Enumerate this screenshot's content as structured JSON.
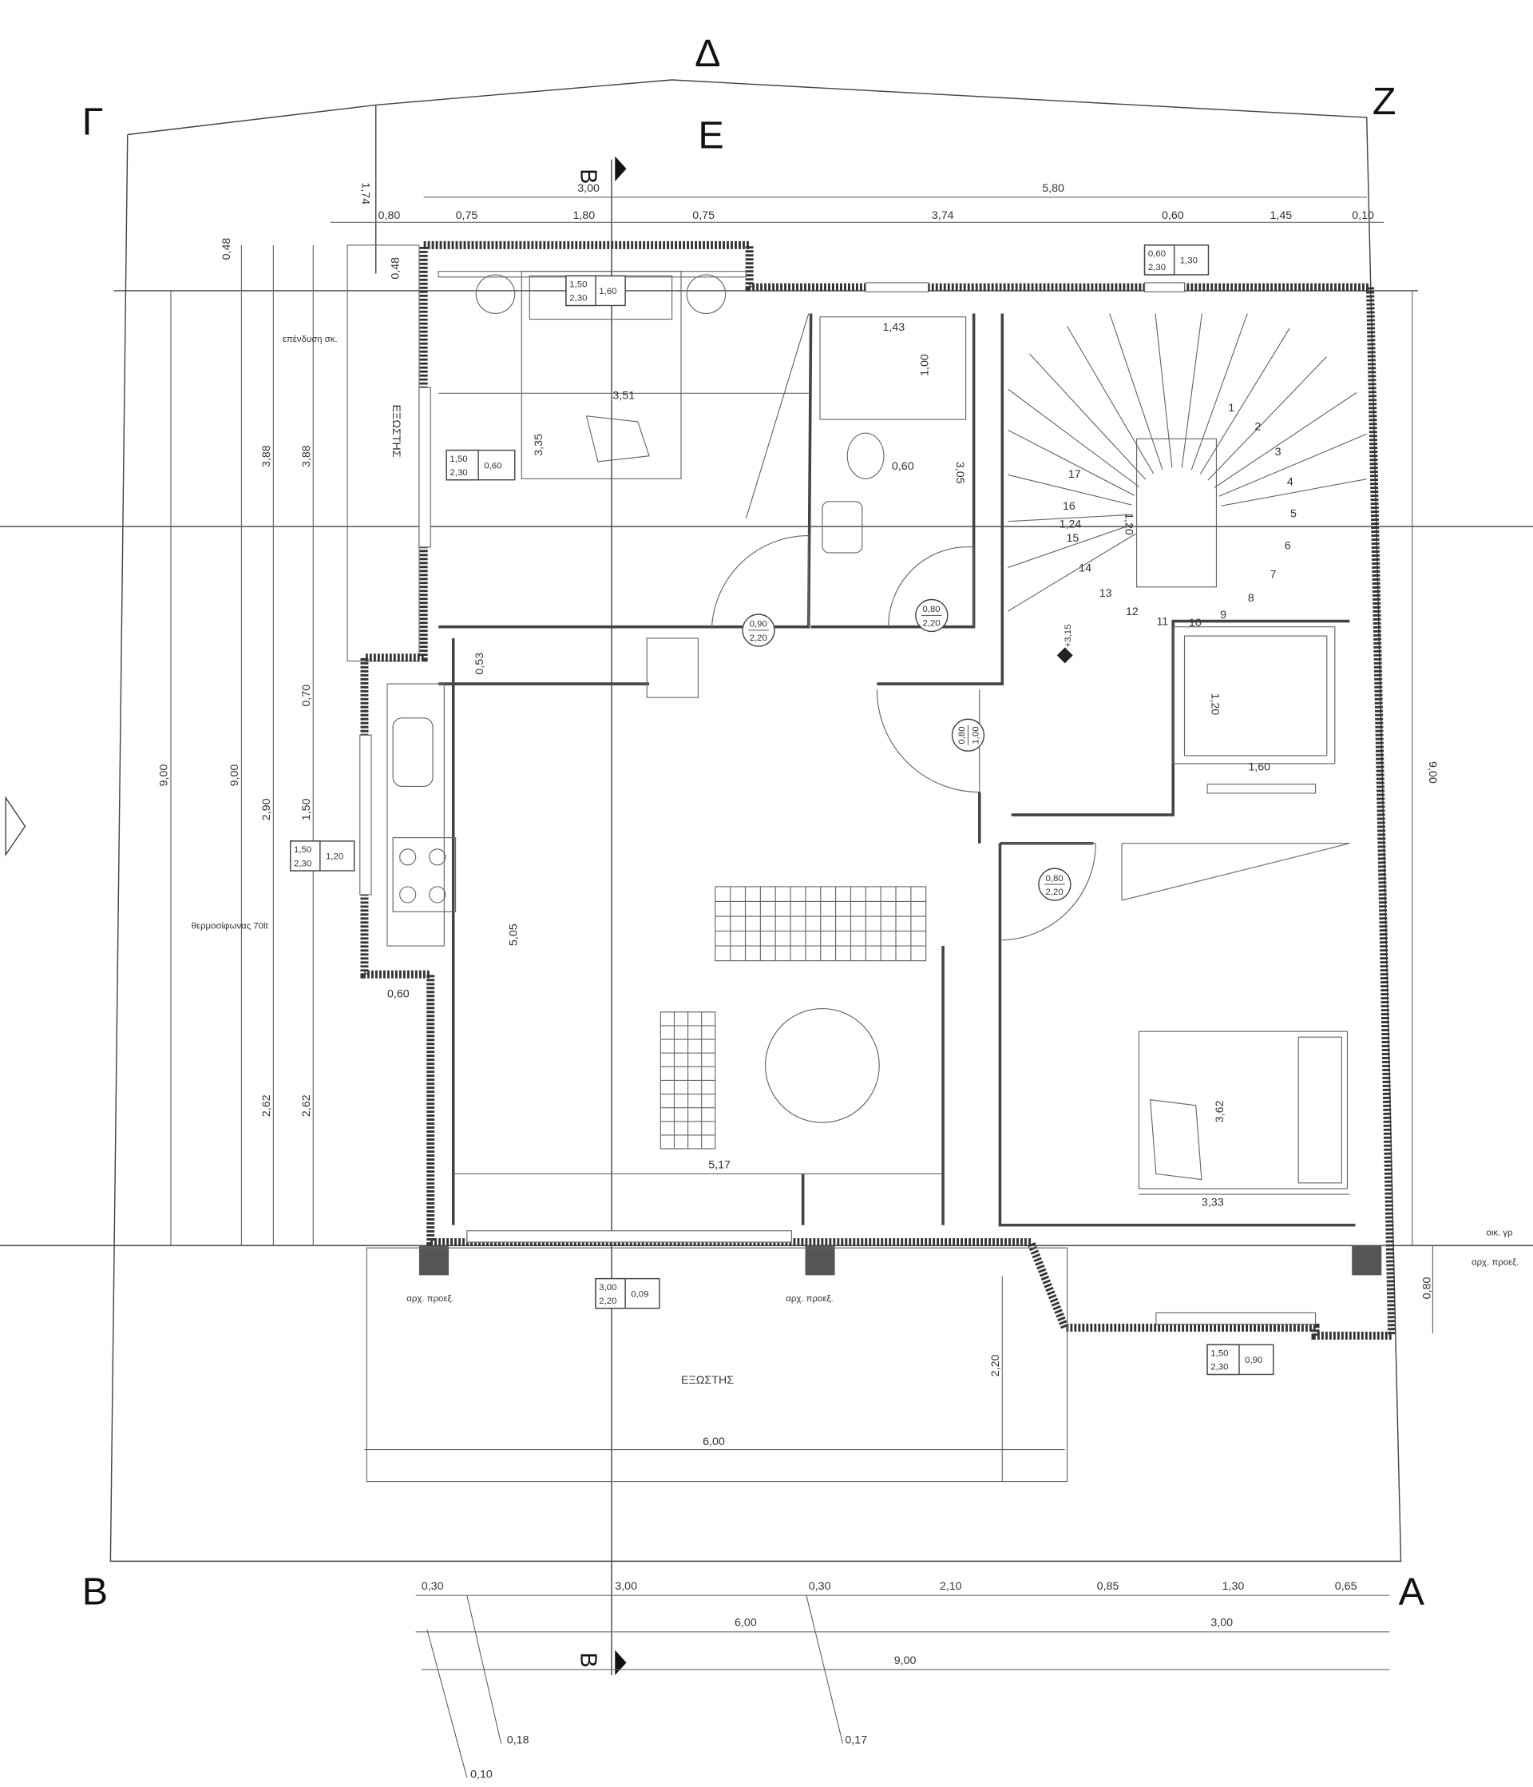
{
  "corners": [
    "Γ",
    "Δ",
    "Ε",
    "Ζ",
    "Β",
    "Α"
  ],
  "section_marker": "Β",
  "dims_top": [
    "3,00",
    "5,80",
    "0,80",
    "0,75",
    "1,80",
    "0,75",
    "3,74",
    "0,60",
    "1,45",
    "0,10",
    "1,74"
  ],
  "dims_left": [
    "0,48",
    "3,88",
    "3,88",
    "9,00",
    "9,00",
    "0,70",
    "2,90",
    "1,50",
    "2,62",
    "2,62",
    "0,60",
    "0,48"
  ],
  "dims_interior": [
    "1,43",
    "1,00",
    "3,51",
    "3,35",
    "3,05",
    "1,24",
    "1,20",
    "0,53",
    "5,05",
    "5,17",
    "3,62",
    "3,33",
    "1,20",
    "1,60",
    "2,20",
    "6,00",
    "9,00",
    "0,80",
    "0,60"
  ],
  "dims_bottom": [
    "0,30",
    "3,00",
    "0,30",
    "2,10",
    "0,85",
    "1,30",
    "0,65",
    "6,00",
    "3,00",
    "9,00",
    "0,18",
    "0,17",
    "0,10"
  ],
  "door_tags": [
    {
      "w": "0,90",
      "h": "2,20"
    },
    {
      "w": "0,80",
      "h": "2,20"
    },
    {
      "w": "0,80",
      "h": "2,20"
    },
    {
      "w": "0,80",
      "h": "1,00"
    }
  ],
  "window_tags": [
    {
      "w": "0,60",
      "h": "2,30",
      "sill": "1,30"
    },
    {
      "w": "1,50",
      "h": "2,30",
      "sill": "0,60"
    },
    {
      "w": "1,50",
      "h": "2,30",
      "sill": "1,20"
    },
    {
      "w": "3,00",
      "h": "2,20",
      "sill": "0,09"
    },
    {
      "w": "1,50",
      "h": "2,30",
      "sill": "0,90"
    },
    {
      "w": "1,50",
      "h": "2,30",
      "sill": "1,60"
    }
  ],
  "labels": {
    "balcony_left": "ΕΞΩΣΤΗΣ",
    "balcony_bottom": "ΕΞΩΣΤΗΣ",
    "overhang_1": "αρχ. προεξ.",
    "overhang_2": "αρχ. προεξ.",
    "overhang_3": "αρχ. προεξ.",
    "cladding": "επένδυση σκ.",
    "water_heater": "θερμοσίφωνας 70lt",
    "building_line": "οικ. γρ",
    "level": "+3,15"
  },
  "stair_steps": [
    "1",
    "2",
    "3",
    "4",
    "5",
    "6",
    "7",
    "8",
    "9",
    "10",
    "11",
    "12",
    "13",
    "14",
    "15",
    "16",
    "17"
  ]
}
